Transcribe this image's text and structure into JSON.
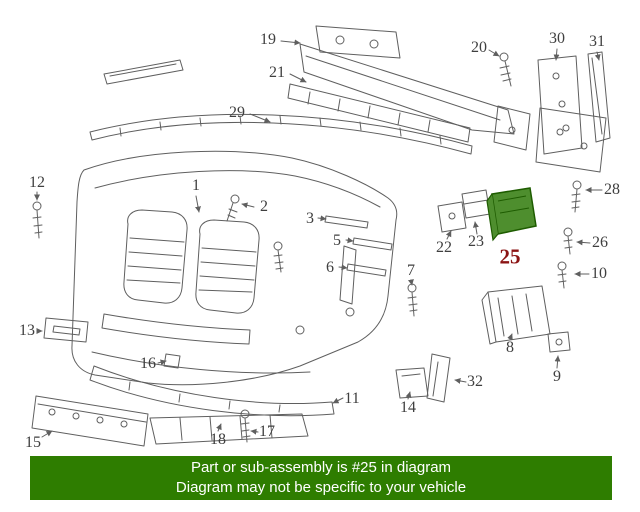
{
  "diagram": {
    "highlighted_part_number": "25",
    "labels": {
      "n1": "1",
      "n2": "2",
      "n3": "3",
      "n5": "5",
      "n6": "6",
      "n7": "7",
      "n8": "8",
      "n9": "9",
      "n10": "10",
      "n11": "11",
      "n12": "12",
      "n13": "13",
      "n14": "14",
      "n15": "15",
      "n16": "16",
      "n17": "17",
      "n18": "18",
      "n19": "19",
      "n20": "20",
      "n21": "21",
      "n22": "22",
      "n23": "23",
      "n25": "25",
      "n26": "26",
      "n28": "28",
      "n29": "29",
      "n30": "30",
      "n31": "31",
      "n32": "32"
    }
  },
  "banner": {
    "line1": "Part or sub-assembly is #25 in diagram",
    "line2": "Diagram may not be specific to your vehicle"
  },
  "colors": {
    "banner_green": "#2e7d00",
    "highlight_fill": "#4e8e2e",
    "highlight_stroke": "#1e5c00",
    "highlight_label_red": "#8b1313",
    "line_gray": "#5f5f5f"
  }
}
